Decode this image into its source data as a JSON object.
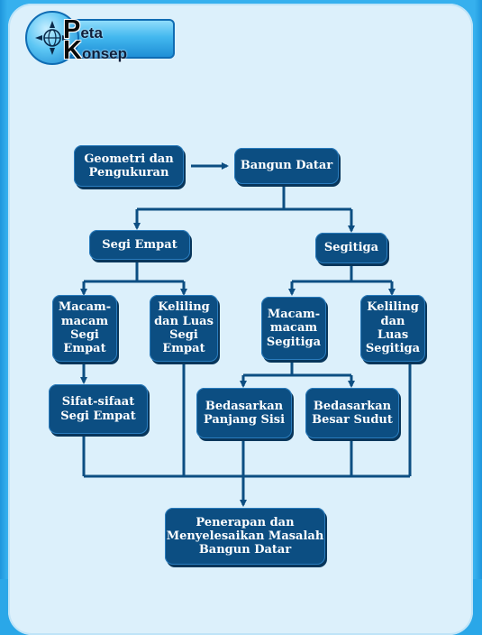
{
  "badge": {
    "line1_initial": "P",
    "line1_rest": "eta",
    "line2_initial": "K",
    "line2_rest": "onsep",
    "icon": "compass-rose-icon"
  },
  "nodes": {
    "geometri": "Geometri dan\nPengukuran",
    "bangun_datar": "Bangun Datar",
    "segi_empat": "Segi Empat",
    "segitiga": "Segitiga",
    "macam_segi_empat": "Macam-\nmacam\nSegi\nEmpat",
    "keliling_segi_empat": "Keliling\ndan Luas\nSegi\nEmpat",
    "macam_segitiga": "Macam-\nmacam\nSegitiga",
    "keliling_segitiga": "Keliling\ndan\nLuas\nSegitiga",
    "sifat_segi_empat": "Sifat-sifaat\nSegi Empat",
    "bedasarkan_sisi": "Bedasarkan\nPanjang Sisi",
    "bedasarkan_sudut": "Bedasarkan\nBesar Sudut",
    "penerapan": "Penerapan dan\nMenyelesaikan Masalah\nBangun Datar"
  },
  "colors": {
    "node_fill": "#0c4e82",
    "connector": "#0c4e82",
    "panel": "#dcf0fb",
    "frame": "#2aa7e8"
  }
}
